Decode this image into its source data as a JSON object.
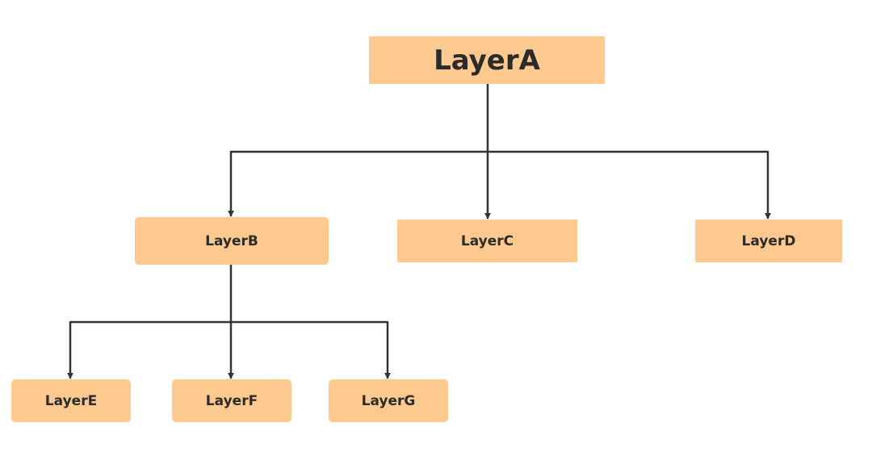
{
  "diagram": {
    "colors": {
      "node_fill": "#fdc98e",
      "node_text": "#2b2b2b",
      "edge": "#333333"
    },
    "nodes": [
      {
        "id": "A",
        "label": "LayerA"
      },
      {
        "id": "B",
        "label": "LayerB"
      },
      {
        "id": "C",
        "label": "LayerC"
      },
      {
        "id": "D",
        "label": "LayerD"
      },
      {
        "id": "E",
        "label": "LayerE"
      },
      {
        "id": "F",
        "label": "LayerF"
      },
      {
        "id": "G",
        "label": "LayerG"
      }
    ],
    "edges": [
      {
        "from": "A",
        "to": "B"
      },
      {
        "from": "A",
        "to": "C"
      },
      {
        "from": "A",
        "to": "D"
      },
      {
        "from": "B",
        "to": "E"
      },
      {
        "from": "B",
        "to": "F"
      },
      {
        "from": "B",
        "to": "G"
      }
    ]
  }
}
